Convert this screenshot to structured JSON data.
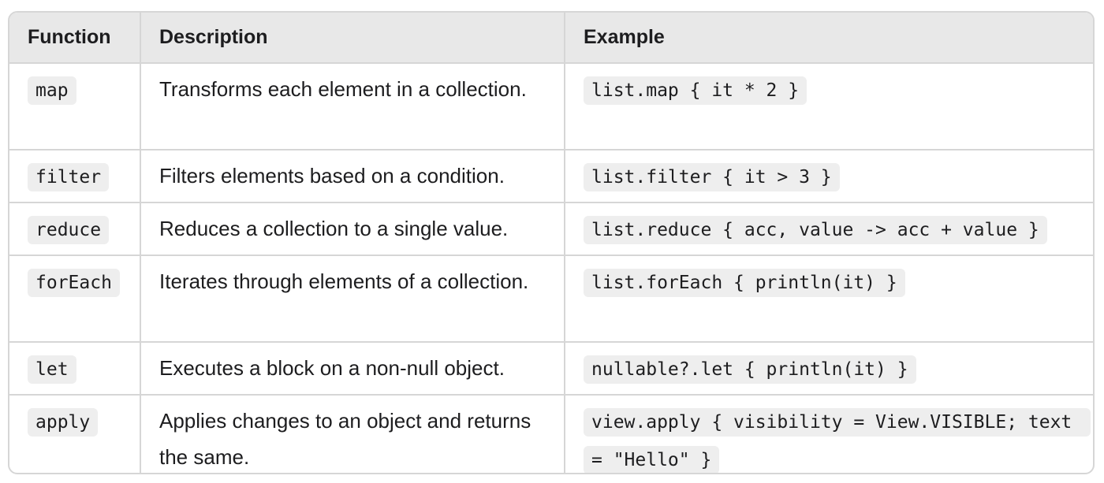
{
  "headers": [
    "Function",
    "Description",
    "Example"
  ],
  "rows": [
    {
      "function": "map",
      "description": "Transforms each element in a collection.",
      "example": "list.map { it * 2 }"
    },
    {
      "function": "filter",
      "description": "Filters elements based on a condition.",
      "example": "list.filter { it > 3 }"
    },
    {
      "function": "reduce",
      "description": "Reduces a collection to a single value.",
      "example": "list.reduce { acc, value -> acc + value }"
    },
    {
      "function": "forEach",
      "description": "Iterates through elements of a collection.",
      "example": "list.forEach { println(it) }"
    },
    {
      "function": "let",
      "description": "Executes a block on a non-null object.",
      "example": "nullable?.let { println(it) }"
    },
    {
      "function": "apply",
      "description": "Applies changes to an object and returns the same.",
      "example": "view.apply { visibility = View.VISIBLE; text = \"Hello\" }"
    }
  ]
}
